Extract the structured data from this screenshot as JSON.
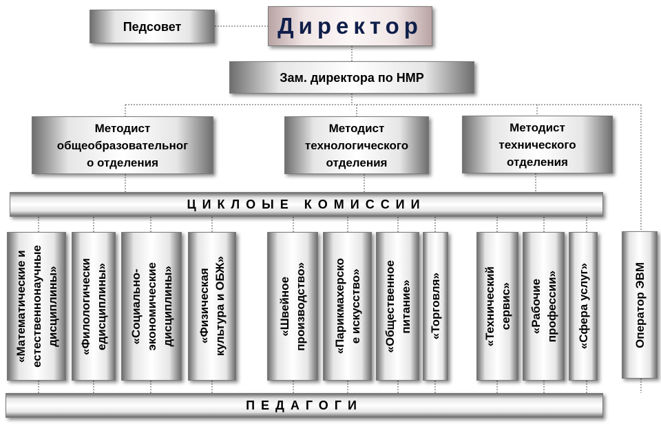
{
  "top": {
    "director": "Директор",
    "pedsovet": "Педсовет",
    "deputy": "Зам. директора по НМР"
  },
  "methodists": [
    {
      "label": "Методист\nобщеобразовательног\nо отделения"
    },
    {
      "label": "Методист\nтехнологического\nотделения"
    },
    {
      "label": "Методист\nтехнического\nотделения"
    }
  ],
  "cycle_commissions": "ЦИКЛОЫЕ КОМИССИИ",
  "commissions": [
    {
      "label": "«Математические и\nестественнонаучные\nдисциплины»"
    },
    {
      "label": "«Филологически\nедисциплины»"
    },
    {
      "label": "«Социально-\nэкономические\nдисциплины»"
    },
    {
      "label": "«Физическая\nкультура и ОБЖ»"
    },
    {
      "label": "«Швейное\nпроизводство»"
    },
    {
      "label": "«Парикмахерско\nе искусство»"
    },
    {
      "label": "«Общественное\nпитание»"
    },
    {
      "label": "«Торговля»"
    },
    {
      "label": "«Технический\nсервис»"
    },
    {
      "label": "«Рабочие\nпрофессии»"
    },
    {
      "label": "«Сфера услуг»"
    }
  ],
  "operator": "Оператор ЭВМ",
  "teachers": "ПЕДАГОГИ",
  "colors": {
    "director_text": "#0f1e4a",
    "connector": "#888888"
  }
}
